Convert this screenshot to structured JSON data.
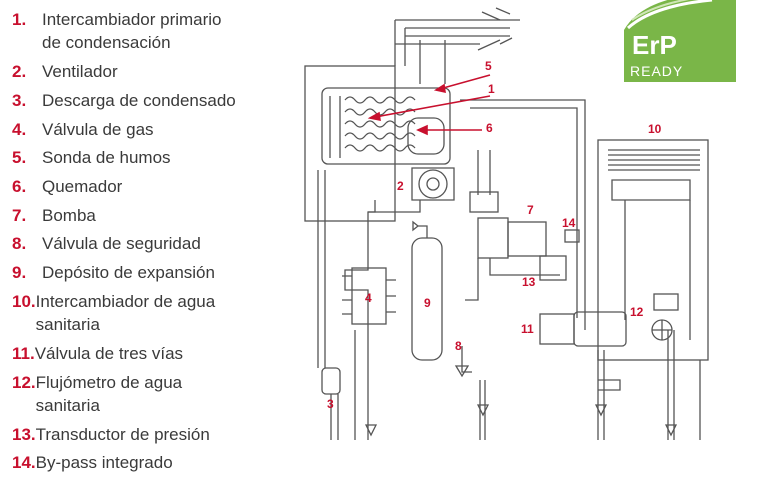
{
  "legend": [
    {
      "num": "1.",
      "lines": [
        "Intercambiador primario",
        "de condensación"
      ]
    },
    {
      "num": "2.",
      "lines": [
        "Ventilador"
      ]
    },
    {
      "num": "3.",
      "lines": [
        "Descarga de condensado"
      ]
    },
    {
      "num": "4.",
      "lines": [
        "Válvula de gas"
      ]
    },
    {
      "num": "5.",
      "lines": [
        "Sonda de humos"
      ]
    },
    {
      "num": "6.",
      "lines": [
        "Quemador"
      ]
    },
    {
      "num": "7.",
      "lines": [
        "Bomba"
      ]
    },
    {
      "num": "8.",
      "lines": [
        "Válvula de seguridad"
      ]
    },
    {
      "num": "9.",
      "lines": [
        "Depósito de expansión"
      ]
    },
    {
      "num": "10.",
      "lines": [
        "Intercambiador de agua",
        "sanitaria"
      ]
    },
    {
      "num": "11.",
      "lines": [
        "Válvula de tres vías"
      ]
    },
    {
      "num": "12.",
      "lines": [
        "Flujómetro de agua",
        "sanitaria"
      ]
    },
    {
      "num": "13.",
      "lines": [
        "Transductor de presión"
      ]
    },
    {
      "num": "14.",
      "lines": [
        "By-pass integrado"
      ]
    }
  ],
  "badge": {
    "line1": "ErP",
    "line2": "READY",
    "color": "#7ab648"
  },
  "diagram_labels": {
    "l1": "1",
    "l2": "2",
    "l3": "3",
    "l4": "4",
    "l5": "5",
    "l6": "6",
    "l7": "7",
    "l8": "8",
    "l9": "9",
    "l10": "10",
    "l11": "11",
    "l12": "12",
    "l13": "13",
    "l14": "14"
  },
  "colors": {
    "accent": "#c8102e",
    "line": "#555555",
    "text": "#3a3a3a"
  }
}
